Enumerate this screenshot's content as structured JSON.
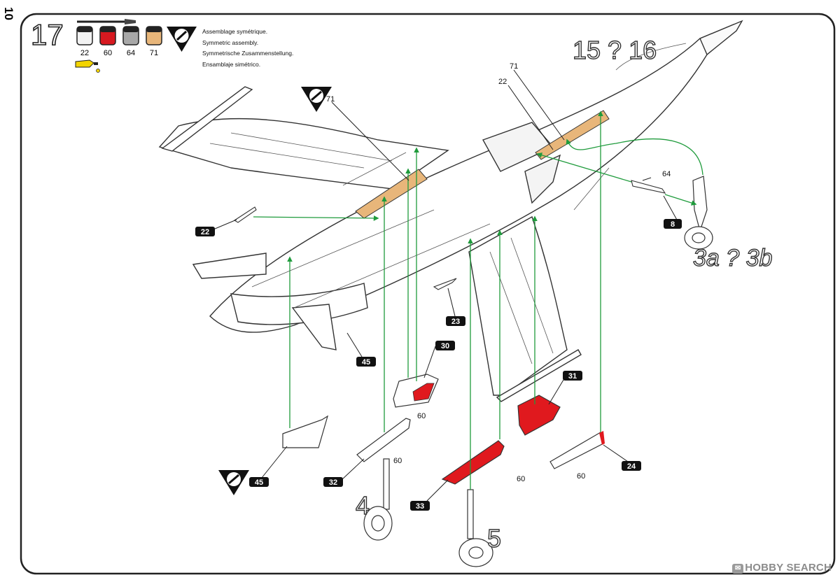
{
  "page": {
    "number": "10"
  },
  "step": {
    "number": "17",
    "subassembly_label": "15 ? 16",
    "landing_gear_label": "3a ? 3b"
  },
  "paints": [
    {
      "code": "22",
      "color": "#f2f2f2"
    },
    {
      "code": "60",
      "color": "#d71920"
    },
    {
      "code": "64",
      "color": "#a8a8a8"
    },
    {
      "code": "71",
      "color": "#e8b67a"
    }
  ],
  "tools": {
    "brush_icon": "paint-brush-icon",
    "glue_icon": "glue-tube-icon"
  },
  "symmetric_notes": [
    "Assemblage symétrique.",
    "Symmetric assembly.",
    "Symmetrische Zusammenstellung.",
    "Ensamblaje simétrico."
  ],
  "part_tags": {
    "p22": "22",
    "p23": "23",
    "p30": "30",
    "p31": "31",
    "p45a": "45",
    "p45b": "45",
    "p32": "32",
    "p33": "33",
    "p24": "24",
    "p8": "8"
  },
  "color_callouts": {
    "c71_left": "71",
    "c71_right": "71",
    "c22_right": "22",
    "c64": "64",
    "c60_30": "60",
    "c60_32": "60",
    "c60_33": "60",
    "c60_24": "60"
  },
  "gear_labels": {
    "gear4": "4",
    "gear5": "5"
  },
  "watermark": "HOBBY SEARCH",
  "colors": {
    "accent_green": "#1f9b3c",
    "red_part": "#e0191e",
    "tan_part": "#e8b67a",
    "outline": "#222222"
  }
}
